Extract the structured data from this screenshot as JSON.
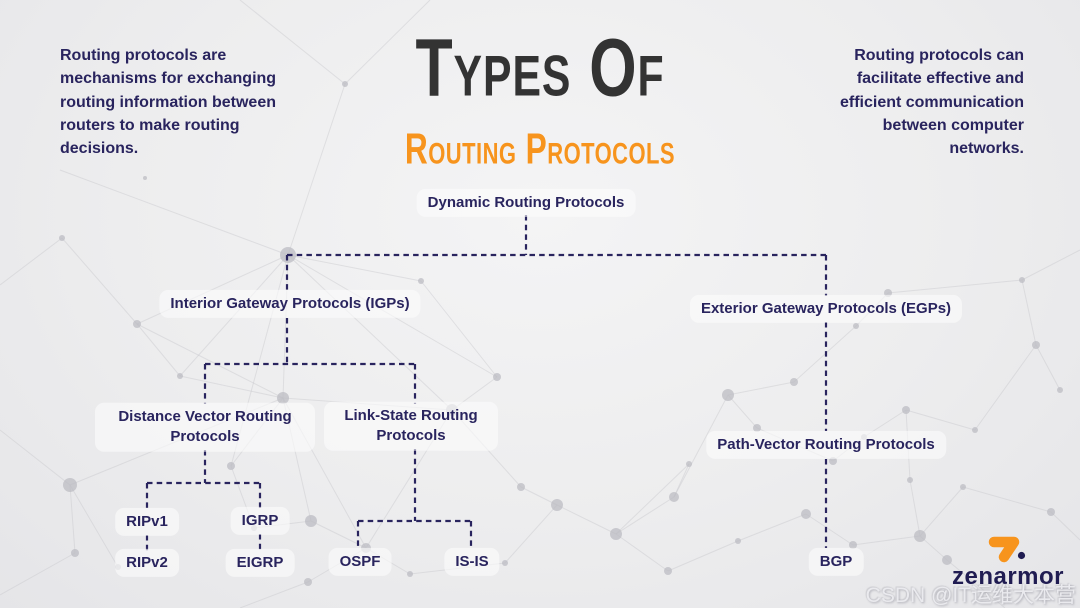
{
  "colors": {
    "navy": "#29245e",
    "title_dark": "#333333",
    "accent_orange": "#f7941d",
    "background": "#ededee"
  },
  "header": {
    "title_top": "Types Of",
    "title_bottom": "Routing Protocols",
    "intro_left": "Routing protocols are mechanisms for exchanging routing information between routers to make routing decisions.",
    "intro_right": "Routing protocols can facilitate effective and efficient communication between computer networks."
  },
  "tree": {
    "root": {
      "label": "Dynamic Routing Protocols"
    },
    "igp": {
      "label": "Interior Gateway Protocols (IGPs)"
    },
    "egp": {
      "label": "Exterior Gateway Protocols (EGPs)"
    },
    "distance_vector": {
      "label": "Distance Vector Routing Protocols"
    },
    "link_state": {
      "label": "Link-State Routing Protocols"
    },
    "path_vector": {
      "label": "Path-Vector Routing Protocols"
    },
    "ripv1": {
      "label": "RIPv1"
    },
    "ripv2": {
      "label": "RIPv2"
    },
    "igrp": {
      "label": "IGRP"
    },
    "eigrp": {
      "label": "EIGRP"
    },
    "ospf": {
      "label": "OSPF"
    },
    "isis": {
      "label": "IS-IS"
    },
    "bgp": {
      "label": "BGP"
    }
  },
  "branding": {
    "logo_text": "zenarmor",
    "logo_mark": "orange-arrow-icon"
  },
  "watermark": "CSDN @IT运维大本营"
}
